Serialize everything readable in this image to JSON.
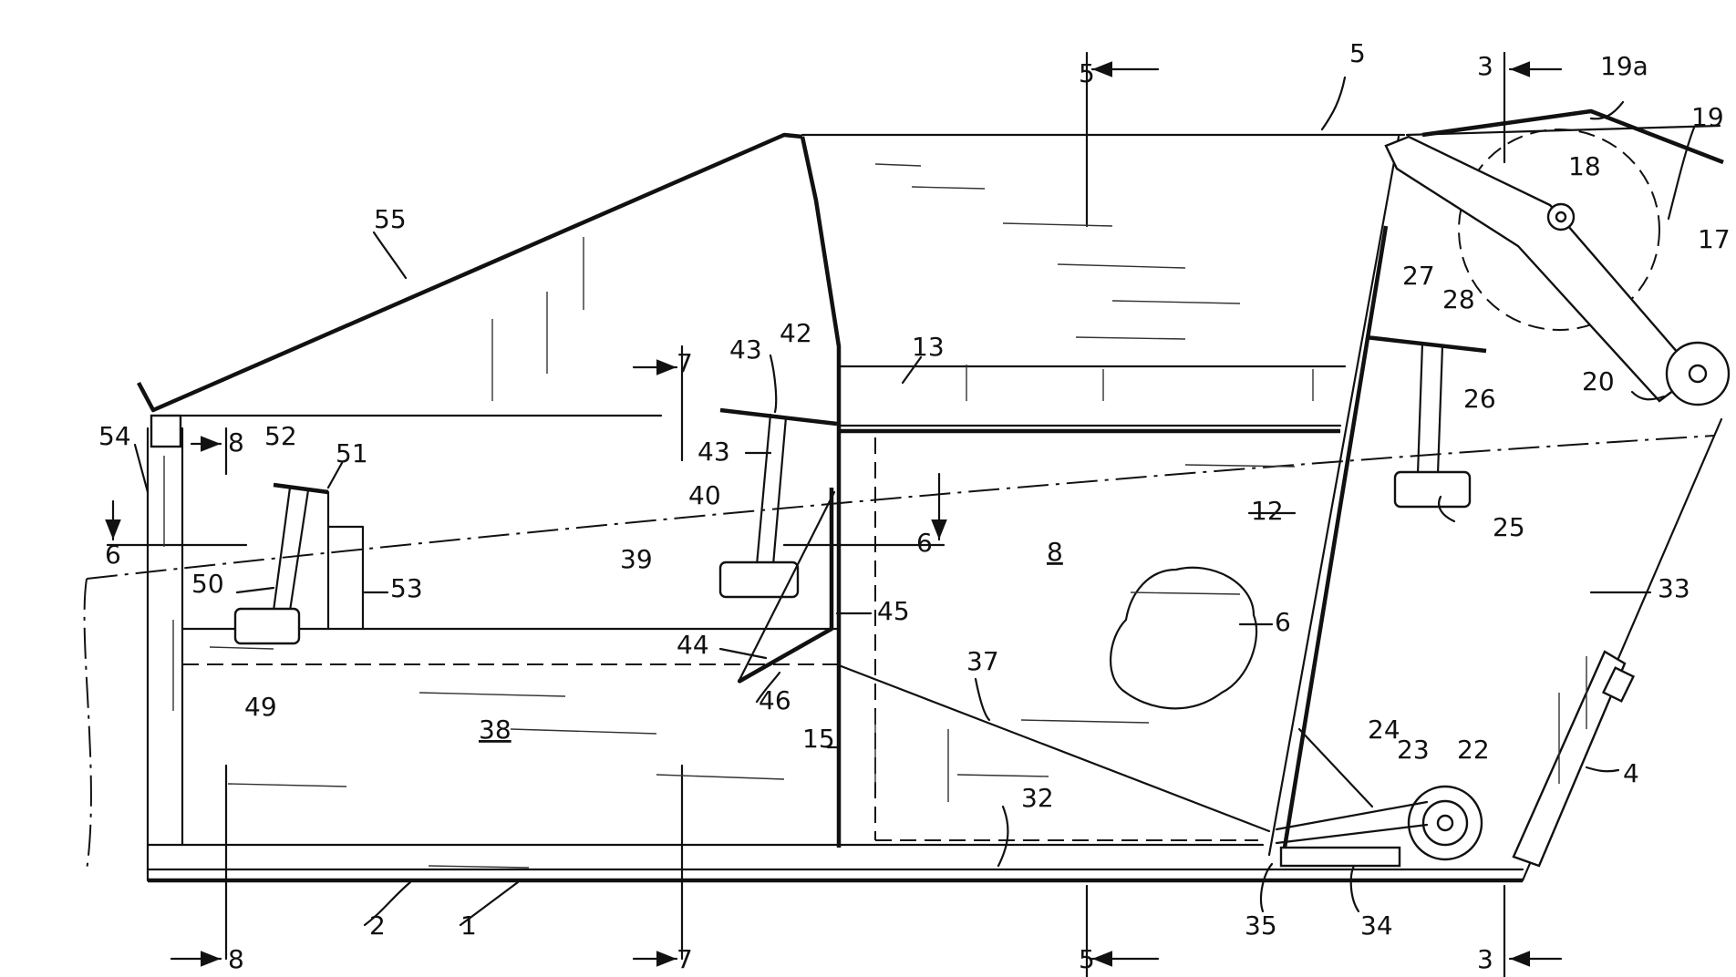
{
  "figure": {
    "labels": {
      "l1": "1",
      "l2": "2",
      "l3a": "3",
      "l3b": "3",
      "l4": "4",
      "l5a": "5",
      "l5b": "5",
      "l5c": "5",
      "l6a": "6",
      "l6b": "6",
      "l6c": "6",
      "l7a": "7",
      "l7b": "7",
      "l8a": "8",
      "l8b": "8",
      "l8c": "8",
      "l12": "12",
      "l13": "13",
      "l15": "15",
      "l17": "17",
      "l18": "18",
      "l19": "19",
      "l19a": "19a",
      "l20": "20",
      "l22": "22",
      "l23": "23",
      "l24": "24",
      "l25": "25",
      "l26": "26",
      "l27": "27",
      "l28": "28",
      "l32": "32",
      "l33": "33",
      "l34": "34",
      "l35": "35",
      "l37": "37",
      "l38": "38",
      "l39": "39",
      "l40": "40",
      "l42": "42",
      "l43a": "43",
      "l43b": "43",
      "l44": "44",
      "l45": "45",
      "l46": "46",
      "l49": "49",
      "l50": "50",
      "l51": "51",
      "l52": "52",
      "l53": "53",
      "l54": "54",
      "l55": "55"
    }
  }
}
